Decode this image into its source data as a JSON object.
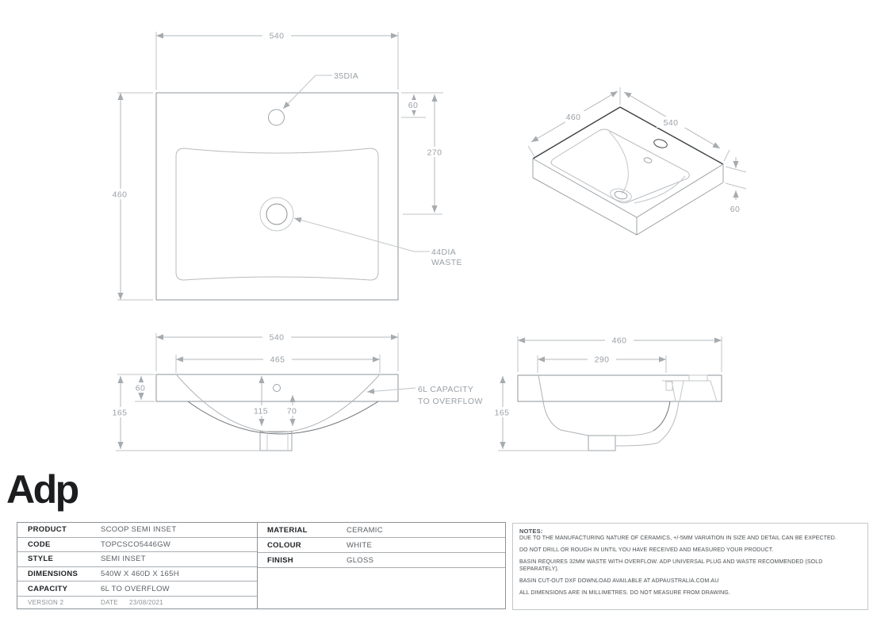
{
  "drawing": {
    "plan": {
      "width": "540",
      "depth": "460",
      "tap_label": "35DIA",
      "tap_offset": "60",
      "waste_offset": "270",
      "waste_label_1": "44DIA",
      "waste_label_2": "WASTE"
    },
    "iso": {
      "depth": "460",
      "width": "540",
      "height": "60"
    },
    "front": {
      "width": "540",
      "inner_width": "465",
      "rim_height": "60",
      "height": "165",
      "dim_115": "115",
      "dim_70": "70",
      "capacity_label_1": "6L CAPACITY",
      "capacity_label_2": "TO OVERFLOW"
    },
    "side": {
      "depth": "460",
      "inner_depth": "290",
      "height": "165"
    }
  },
  "logo_text": "Adp",
  "spec_table": {
    "rows": [
      {
        "label": "PRODUCT",
        "value": "SCOOP SEMI INSET"
      },
      {
        "label": "CODE",
        "value": "TOPCSCO5446GW"
      },
      {
        "label": "STYLE",
        "value": "SEMI INSET"
      },
      {
        "label": "DIMENSIONS",
        "value": "540W X 460D X 165H"
      },
      {
        "label": "CAPACITY",
        "value": "6L  TO OVERFLOW"
      }
    ],
    "version": "VERSION 2",
    "date_label": "DATE",
    "date_value": "23/08/2021"
  },
  "materials_table": {
    "rows": [
      {
        "label": "MATERIAL",
        "value": "CERAMIC"
      },
      {
        "label": "COLOUR",
        "value": "WHITE"
      },
      {
        "label": "FINISH",
        "value": "GLOSS"
      }
    ]
  },
  "notes": {
    "title": "NOTES:",
    "items": [
      "DUE TO THE MANUFACTURING NATURE OF CERAMICS, +/-5MM VARIATION IN SIZE AND DETAIL CAN BE EXPECTED.",
      "DO NOT DRILL OR ROUGH IN UNTIL YOU HAVE RECEIVED AND MEASURED YOUR PRODUCT.",
      "BASIN REQUIRES 32MM WASTE WITH OVERFLOW. ADP UNIVERSAL PLUG AND WASTE RECOMMENDED (SOLD SEPARATELY).",
      "BASIN CUT-OUT DXF DOWNLOAD AVAILABLE AT ADPAUSTRALIA.COM.AU",
      "ALL DIMENSIONS ARE IN MILLIMETRES. DO NOT MEASURE FROM DRAWING."
    ]
  },
  "colors": {
    "line_light": "#b7bbbf",
    "line_medium": "#8f9498",
    "line_dark": "#3c4043",
    "bowl_dark": "#6f7478",
    "dim_text": "#9aa0a6",
    "table_border": "#8d9296",
    "label_text": "#212427",
    "value_text": "#5b6065",
    "notes_text": "#4a4e52",
    "logo": "#1b1d1f"
  }
}
